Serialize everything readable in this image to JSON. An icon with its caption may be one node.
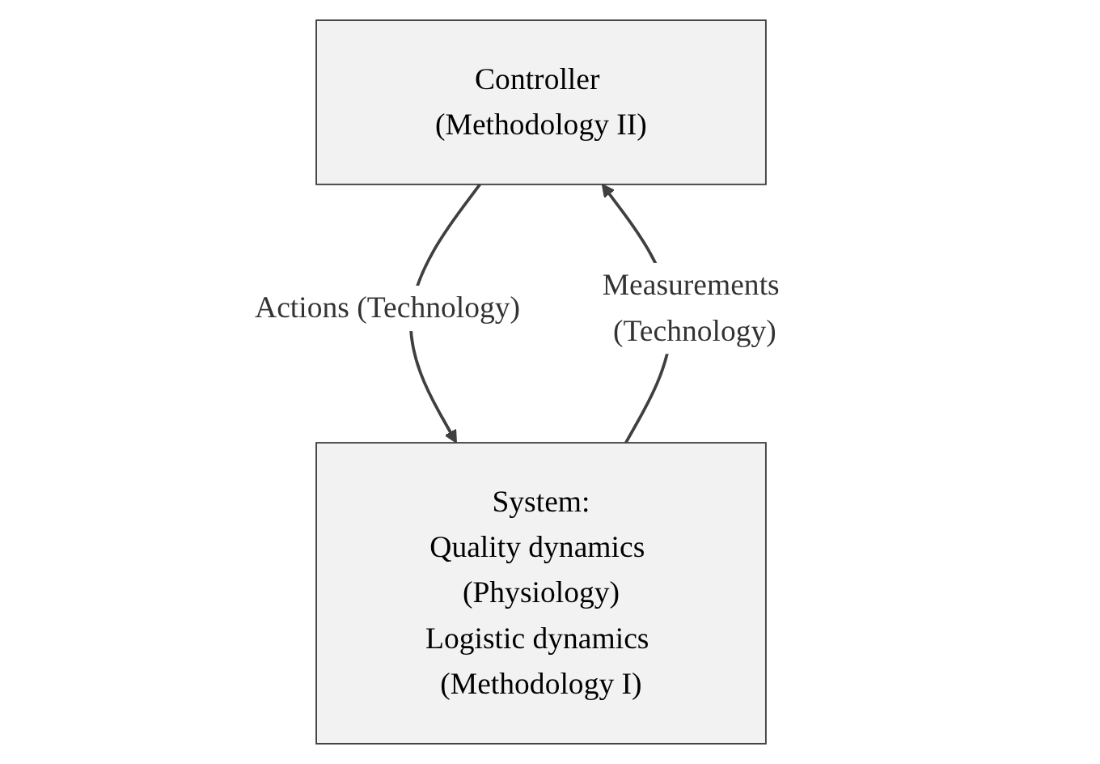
{
  "diagram": {
    "nodes": [
      {
        "text": [
          "Controller (Methodology II)"
        ]
      },
      {
        "text": [
          "System:",
          "Quality dynamics (Physiology)",
          "Logistic dynamics (Methodology I)"
        ]
      }
    ],
    "edges": [
      {
        "from": 0,
        "to": 1,
        "arrow": "to",
        "label": "Actions (Technology)"
      },
      {
        "from": 1,
        "to": 0,
        "arrow": "to",
        "label": "Measurements (Technology)"
      }
    ]
  }
}
